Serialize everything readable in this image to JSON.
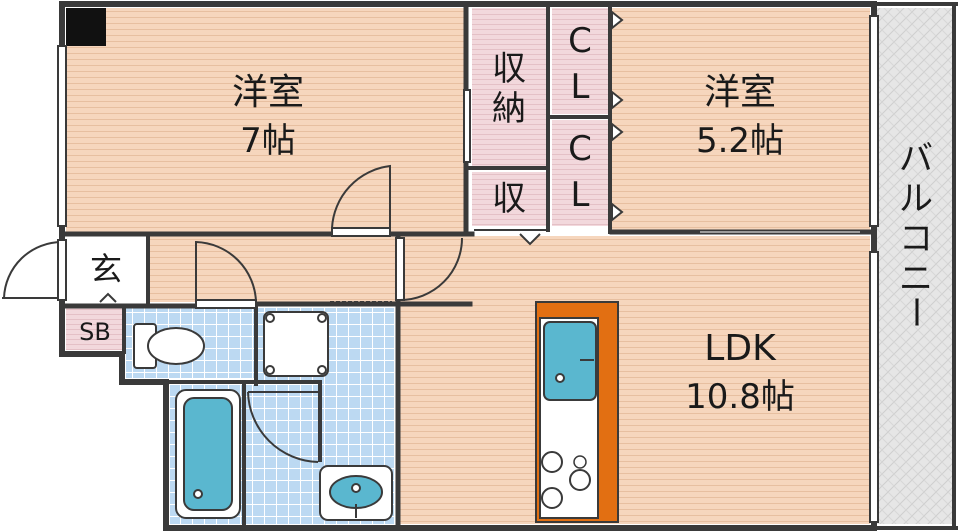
{
  "rooms": {
    "western_room_1": {
      "name": "洋室",
      "size": "7帖"
    },
    "western_room_2": {
      "name": "洋室",
      "size": "5.2帖"
    },
    "ldk": {
      "name": "LDK",
      "size": "10.8帖"
    },
    "storage_large": {
      "line1": "収",
      "line2": "納"
    },
    "storage_small": {
      "label": "収"
    },
    "closet_1": {
      "line1": "C",
      "line2": "L"
    },
    "closet_2": {
      "line1": "C",
      "line2": "L"
    },
    "entrance": {
      "label": "玄"
    },
    "shoe_box": {
      "label": "SB"
    },
    "balcony": {
      "chars": [
        "バ",
        "ル",
        "コ",
        "ニ",
        "ー"
      ]
    }
  },
  "colors": {
    "floor_wood": "#f6d6bd",
    "wet_area_tile": "#bcd9f2",
    "storage": "#f2d8dc",
    "balcony": "#e6e6e6",
    "wall": "#3a3a3a",
    "fixture_blue": "#5ab7cf",
    "counter_orange": "#e26f12"
  }
}
